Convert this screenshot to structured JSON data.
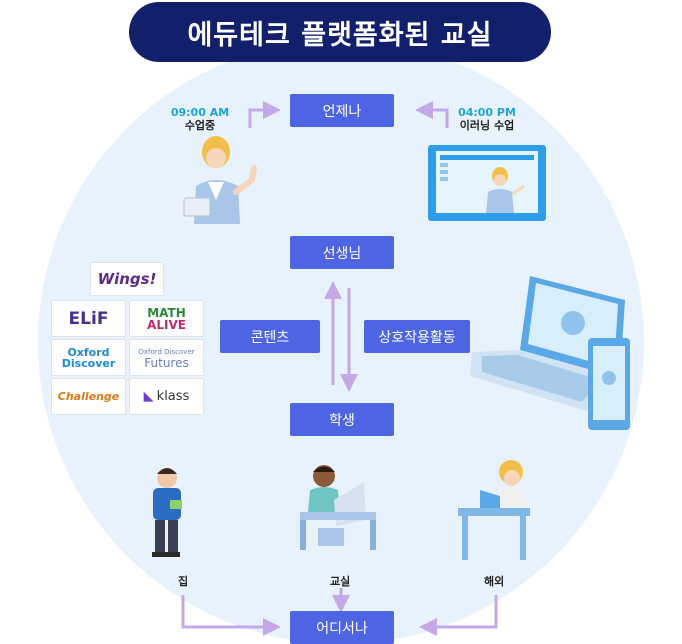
{
  "title": "에듀테크 플랫폼화된 교실",
  "nodes": {
    "anytime": "언제나",
    "teacher": "선생님",
    "student": "학생",
    "anywhere": "어디서나",
    "content": "콘텐츠",
    "interaction": "상호작용활동"
  },
  "times": {
    "left_time": "09:00 AM",
    "left_sub": "수업중",
    "right_time": "04:00 PM",
    "right_sub": "이러닝 수업"
  },
  "places": {
    "home": "집",
    "classroom": "교실",
    "abroad": "해외"
  },
  "logos": {
    "wings": "Wings!",
    "elif": "ELiF",
    "math_line1": "MATH",
    "math_line2": "ALIVE",
    "oxford_line1": "Oxford",
    "oxford_line2": "Discover",
    "futures_line1": "Oxford Discover",
    "futures_line2": "Futures",
    "challenge": "Challenge",
    "klass": "klass"
  },
  "colors": {
    "banner": "#12206b",
    "node": "#4d64e3",
    "arrow": "#c4a8e8",
    "accent_time": "#1ea2dc"
  }
}
